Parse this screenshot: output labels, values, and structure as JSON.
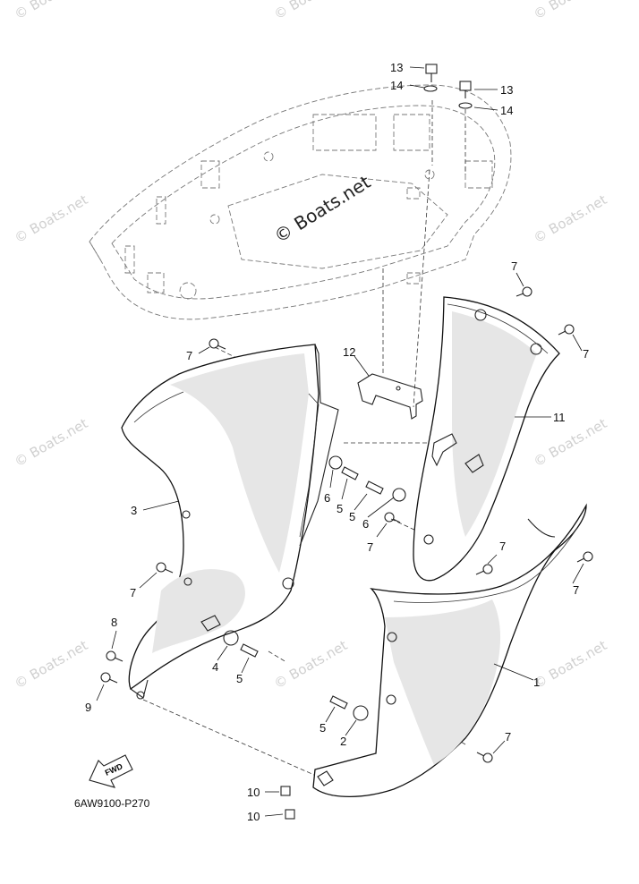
{
  "watermark": "© Boats.net",
  "diagram_code": "6AW9100-P270",
  "fwd_label": "FWD",
  "callouts": {
    "c1": "1",
    "c2": "2",
    "c3": "3",
    "c4": "4",
    "c5a": "5",
    "c5b": "5",
    "c5c": "5",
    "c5d": "5",
    "c6a": "6",
    "c6b": "6",
    "c7a": "7",
    "c7b": "7",
    "c7c": "7",
    "c7d": "7",
    "c7e": "7",
    "c7f": "7",
    "c7g": "7",
    "c7h": "7",
    "c8": "8",
    "c9": "9",
    "c10a": "10",
    "c10b": "10",
    "c11": "11",
    "c12": "12",
    "c13a": "13",
    "c13b": "13",
    "c14a": "14",
    "c14b": "14"
  }
}
